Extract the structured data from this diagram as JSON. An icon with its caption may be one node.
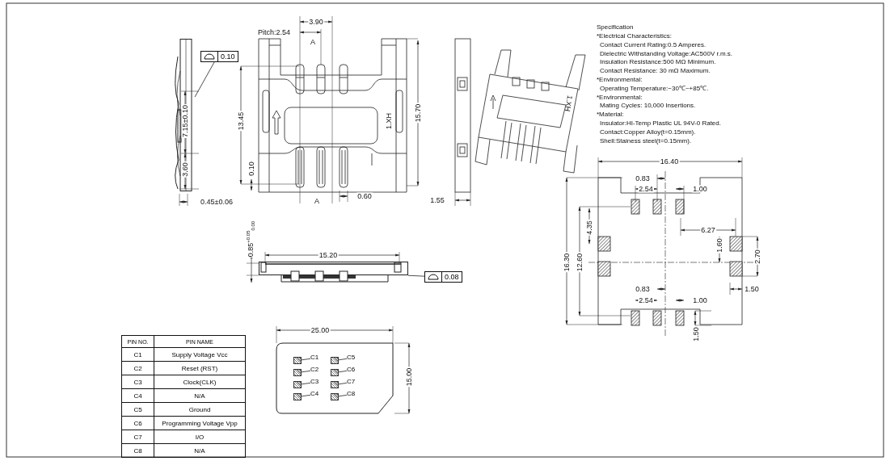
{
  "diagram": {
    "nodes": [
      {
        "text": [
          "0.10"
        ]
      },
      {
        "text": [],
        "shape": "picture"
      },
      {
        "text": [
          "0.08"
        ]
      },
      {
        "text": [],
        "shape": "picture"
      },
      {
        "text": [
          "C1"
        ]
      },
      {
        "text": [
          "C2"
        ]
      },
      {
        "text": [
          "C3"
        ]
      },
      {
        "text": [
          "C4"
        ]
      },
      {
        "text": [
          "C5"
        ]
      },
      {
        "text": [
          "C6"
        ]
      },
      {
        "text": [
          "C7"
        ]
      },
      {
        "text": [
          "C8"
        ]
      },
      {
        "text": [],
        "shape": "box"
      },
      {
        "text": [],
        "shape": "box"
      },
      {
        "text": [],
        "shape": "box"
      },
      {
        "text": [],
        "shape": "box"
      },
      {
        "text": [],
        "shape": "box"
      },
      {
        "text": [],
        "shape": "box"
      },
      {
        "text": [],
        "shape": "box"
      },
      {
        "text": [],
        "shape": "box"
      }
    ],
    "edges": [
      {
        "from": 0,
        "to": 1,
        "arrow": "none"
      },
      {
        "from": 2,
        "to": 3,
        "arrow": "none"
      },
      {
        "from": 4,
        "to": 12,
        "arrow": "none"
      },
      {
        "from": 5,
        "to": 13,
        "arrow": "none"
      },
      {
        "from": 6,
        "to": 14,
        "arrow": "none"
      },
      {
        "from": 7,
        "to": 15,
        "arrow": "none"
      },
      {
        "from": 8,
        "to": 16,
        "arrow": "none"
      },
      {
        "from": 9,
        "to": 17,
        "arrow": "none"
      },
      {
        "from": 10,
        "to": 18,
        "arrow": "none"
      },
      {
        "from": 11,
        "to": 19,
        "arrow": "none"
      }
    ],
    "labels": [
      "Specification",
      "*Electrical Characteristics:",
      "Contact Current Rating:0.5 Amperes.",
      "Dielectric Withstanding Voltage:AC500V r.m.s.",
      "Insulation Resistance:500 MΩ Minimum.",
      "Contact Resistance: 30 mΩ Maximum.",
      "*Environmental:",
      "Operating Temperature:−30℃~+85℃.",
      "*Environmental:",
      "Mating Cycles: 10,000 Insertions.",
      "*Material:",
      "Insulator:HI-Temp Plastic UL 94V-0 Rated.",
      "Contact:Copper Alloy(t=0.15mm).",
      "Shell:Stainess steel(t=0.15mm).",
      "3.90",
      "Pitch:2.54",
      "A",
      "13.45",
      "15.70",
      "1.XH",
      "0.10",
      "A",
      "0.60",
      "7.15±0.10",
      "3.60",
      "0.45±0.06",
      "1.55",
      "1.XH",
      "0.85$^{+0.05}$$_{0.00}$",
      "15.20",
      "16.40",
      "0.83",
      "2.54",
      "1.00",
      "4.35",
      "6.27",
      "1.60",
      "16.30",
      "12.60",
      "2.70",
      "0.83",
      "1.50",
      "2.54",
      "1.00",
      "1.50",
      "25.00",
      "15.00",
      "PIN NO.",
      "PIN NAME",
      "C1",
      "Supply Voltage Vcc",
      "C2",
      "Reset (RST)",
      "C3",
      "Clock(CLK)",
      "C4",
      "N/A",
      "C5",
      "Ground",
      "C6",
      "Programming Voltage Vpp",
      "C7",
      "I/O",
      "C8",
      "N/A"
    ]
  }
}
